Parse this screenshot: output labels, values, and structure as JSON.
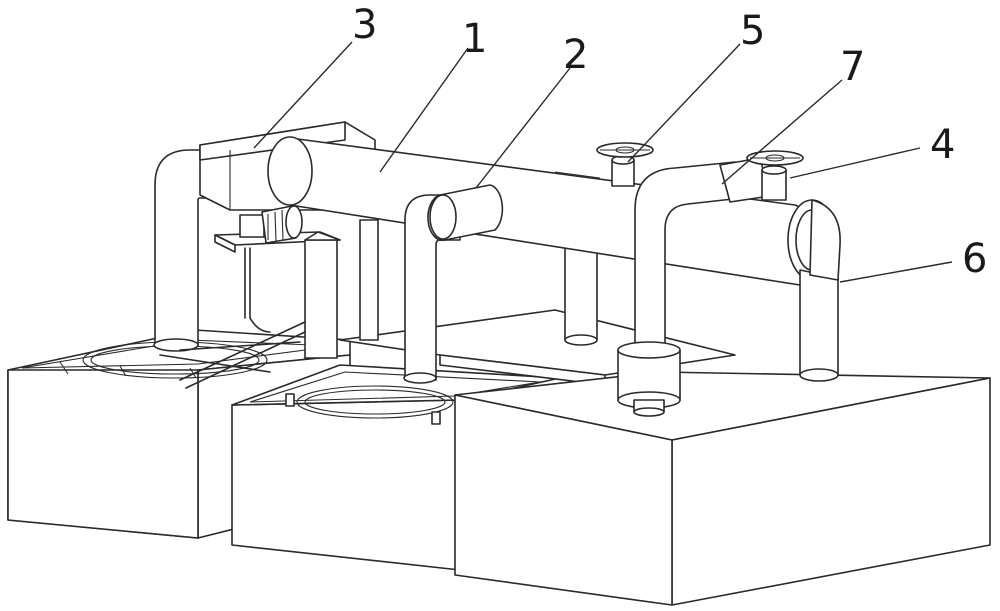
{
  "labels": [
    {
      "id": "part-1",
      "text": "1"
    },
    {
      "id": "part-2",
      "text": "2"
    },
    {
      "id": "part-3",
      "text": "3"
    },
    {
      "id": "part-4",
      "text": "4"
    },
    {
      "id": "part-5",
      "text": "5"
    },
    {
      "id": "part-6",
      "text": "6"
    },
    {
      "id": "part-7",
      "text": "7"
    }
  ],
  "colors": {
    "line": "#2a2a2a",
    "fill": "#ffffff"
  }
}
